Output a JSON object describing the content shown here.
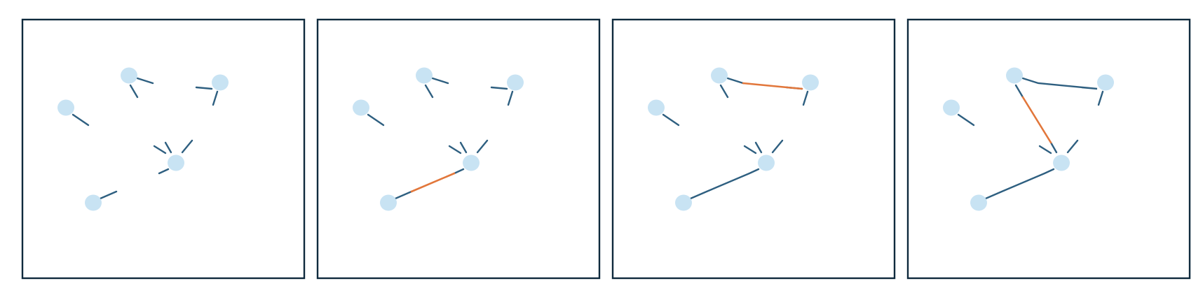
{
  "colors": {
    "background": "#ffffff",
    "frame": "#0f2a3d",
    "node": "#c8e3f3",
    "edge": "#2e5f80",
    "new_edge": "#e2773b"
  },
  "diagram": {
    "description_type": "network-growth-sequence",
    "node_ids": [
      "A",
      "B",
      "C",
      "D",
      "E"
    ],
    "panels": [
      {
        "id": "panel-1",
        "edges": [],
        "new_edge": null
      },
      {
        "id": "panel-2",
        "edges": [],
        "new_edge": [
          "E",
          "D"
        ]
      },
      {
        "id": "panel-3",
        "edges": [
          [
            "E",
            "D"
          ]
        ],
        "new_edge": [
          "B",
          "C"
        ]
      },
      {
        "id": "panel-4",
        "edges": [
          [
            "E",
            "D"
          ],
          [
            "B",
            "C"
          ]
        ],
        "new_edge": [
          "B",
          "D"
        ]
      }
    ]
  }
}
